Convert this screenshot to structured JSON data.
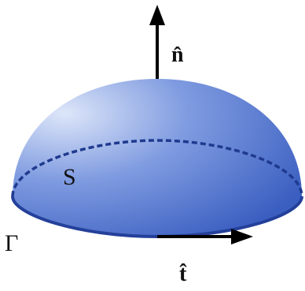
{
  "diagram": {
    "labels": {
      "normal": "n̂",
      "surface": "S",
      "boundary": "Γ",
      "tangent": "t̂"
    },
    "colors": {
      "dome_highlight": "#dde6f9",
      "dome_mid": "#7f9be0",
      "dome_shadow": "#3b5fc1",
      "rim_stroke": "#24409a",
      "arrow": "#000000"
    }
  }
}
